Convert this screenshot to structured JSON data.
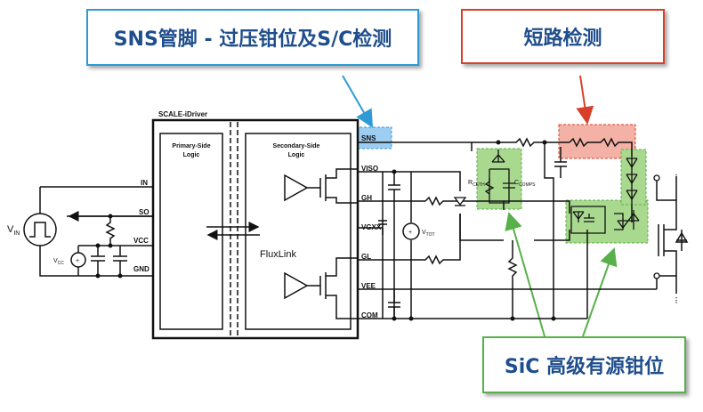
{
  "callouts": {
    "sns": "SNS管脚 - 过压钳位及S/C检测",
    "short_circuit": "短路检测",
    "sic": "SiC 高级有源钳位"
  },
  "block": {
    "title": "SCALE-iDriver",
    "primary_logic": [
      "Primary-Side",
      "Logic"
    ],
    "secondary_logic": [
      "Secondary-Side",
      "Logic"
    ],
    "fluxlink": "FluxLink"
  },
  "pins_left": [
    "IN",
    "SO",
    "VCC",
    "GND"
  ],
  "pins_right": [
    "SNS",
    "VISO",
    "GH",
    "VGXX",
    "GL",
    "VEE",
    "COM"
  ],
  "labels": {
    "vin": "V",
    "vin_sub": "IN",
    "vcc": "V",
    "vcc_sub": "CC",
    "vtot": "V",
    "vtot_sub": "TOT",
    "rceth": "R",
    "rceth_sub": "CETH",
    "ccomps": "C",
    "ccomps_sub": "COMPS"
  },
  "colors": {
    "sns_highlight": "#9dcdf0",
    "short_highlight": "#f4b1a6",
    "sic_highlight": "#a9d88f",
    "sns_arrow": "#2e9bd6",
    "short_arrow": "#d9402b",
    "sic_arrow": "#58b04a"
  }
}
